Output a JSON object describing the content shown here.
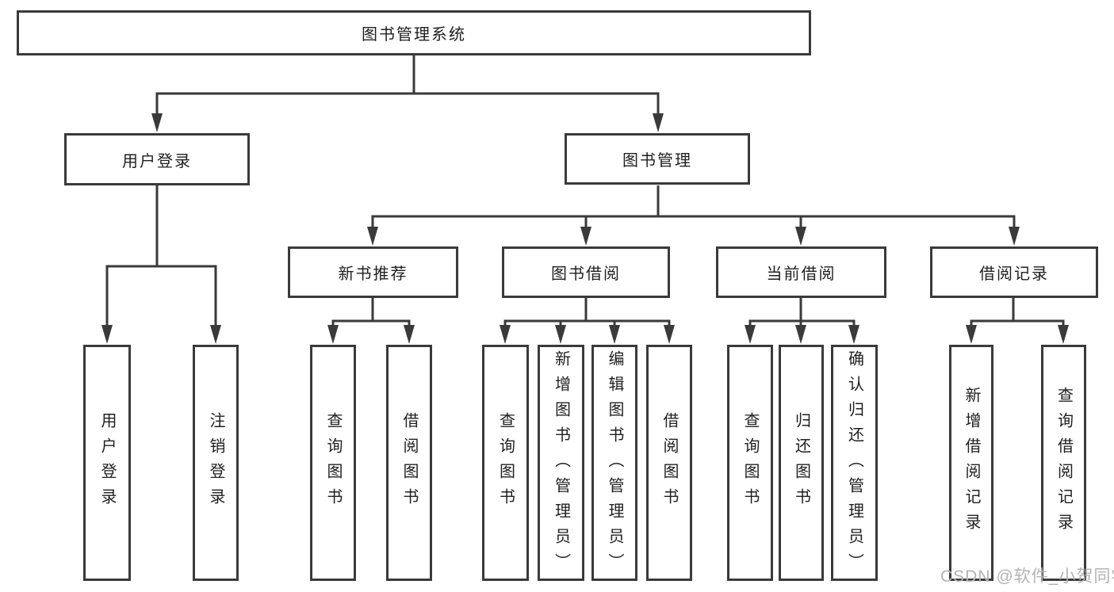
{
  "tree": {
    "root": {
      "label": "图书管理系统",
      "children": [
        {
          "label": "用户登录",
          "children": [
            {
              "label": "用户登录"
            },
            {
              "label": "注销登录"
            }
          ]
        },
        {
          "label": "图书管理",
          "children": [
            {
              "label": "新书推荐",
              "children": [
                {
                  "label": "查询图书"
                },
                {
                  "label": "借阅图书"
                }
              ]
            },
            {
              "label": "图书借阅",
              "children": [
                {
                  "label": "查询图书"
                },
                {
                  "label": "新增图书（管理员）"
                },
                {
                  "label": "编辑图书（管理员）"
                },
                {
                  "label": "借阅图书"
                }
              ]
            },
            {
              "label": "当前借阅",
              "children": [
                {
                  "label": "查询图书"
                },
                {
                  "label": "归还图书"
                },
                {
                  "label": "确认归还（管理员）"
                }
              ]
            },
            {
              "label": "借阅记录",
              "children": [
                {
                  "label": "新增借阅记录"
                },
                {
                  "label": "查询借阅记录"
                }
              ]
            }
          ]
        }
      ]
    }
  },
  "watermark": {
    "text": "CSDN @软件_小贺同学"
  },
  "colors": {
    "line": "#3a3a3a",
    "box_border": "#3a3a3a",
    "box_bg": "#ffffff",
    "text": "#1f1f1f",
    "watermark": "#b3b3b3",
    "background": "#ffffff"
  }
}
